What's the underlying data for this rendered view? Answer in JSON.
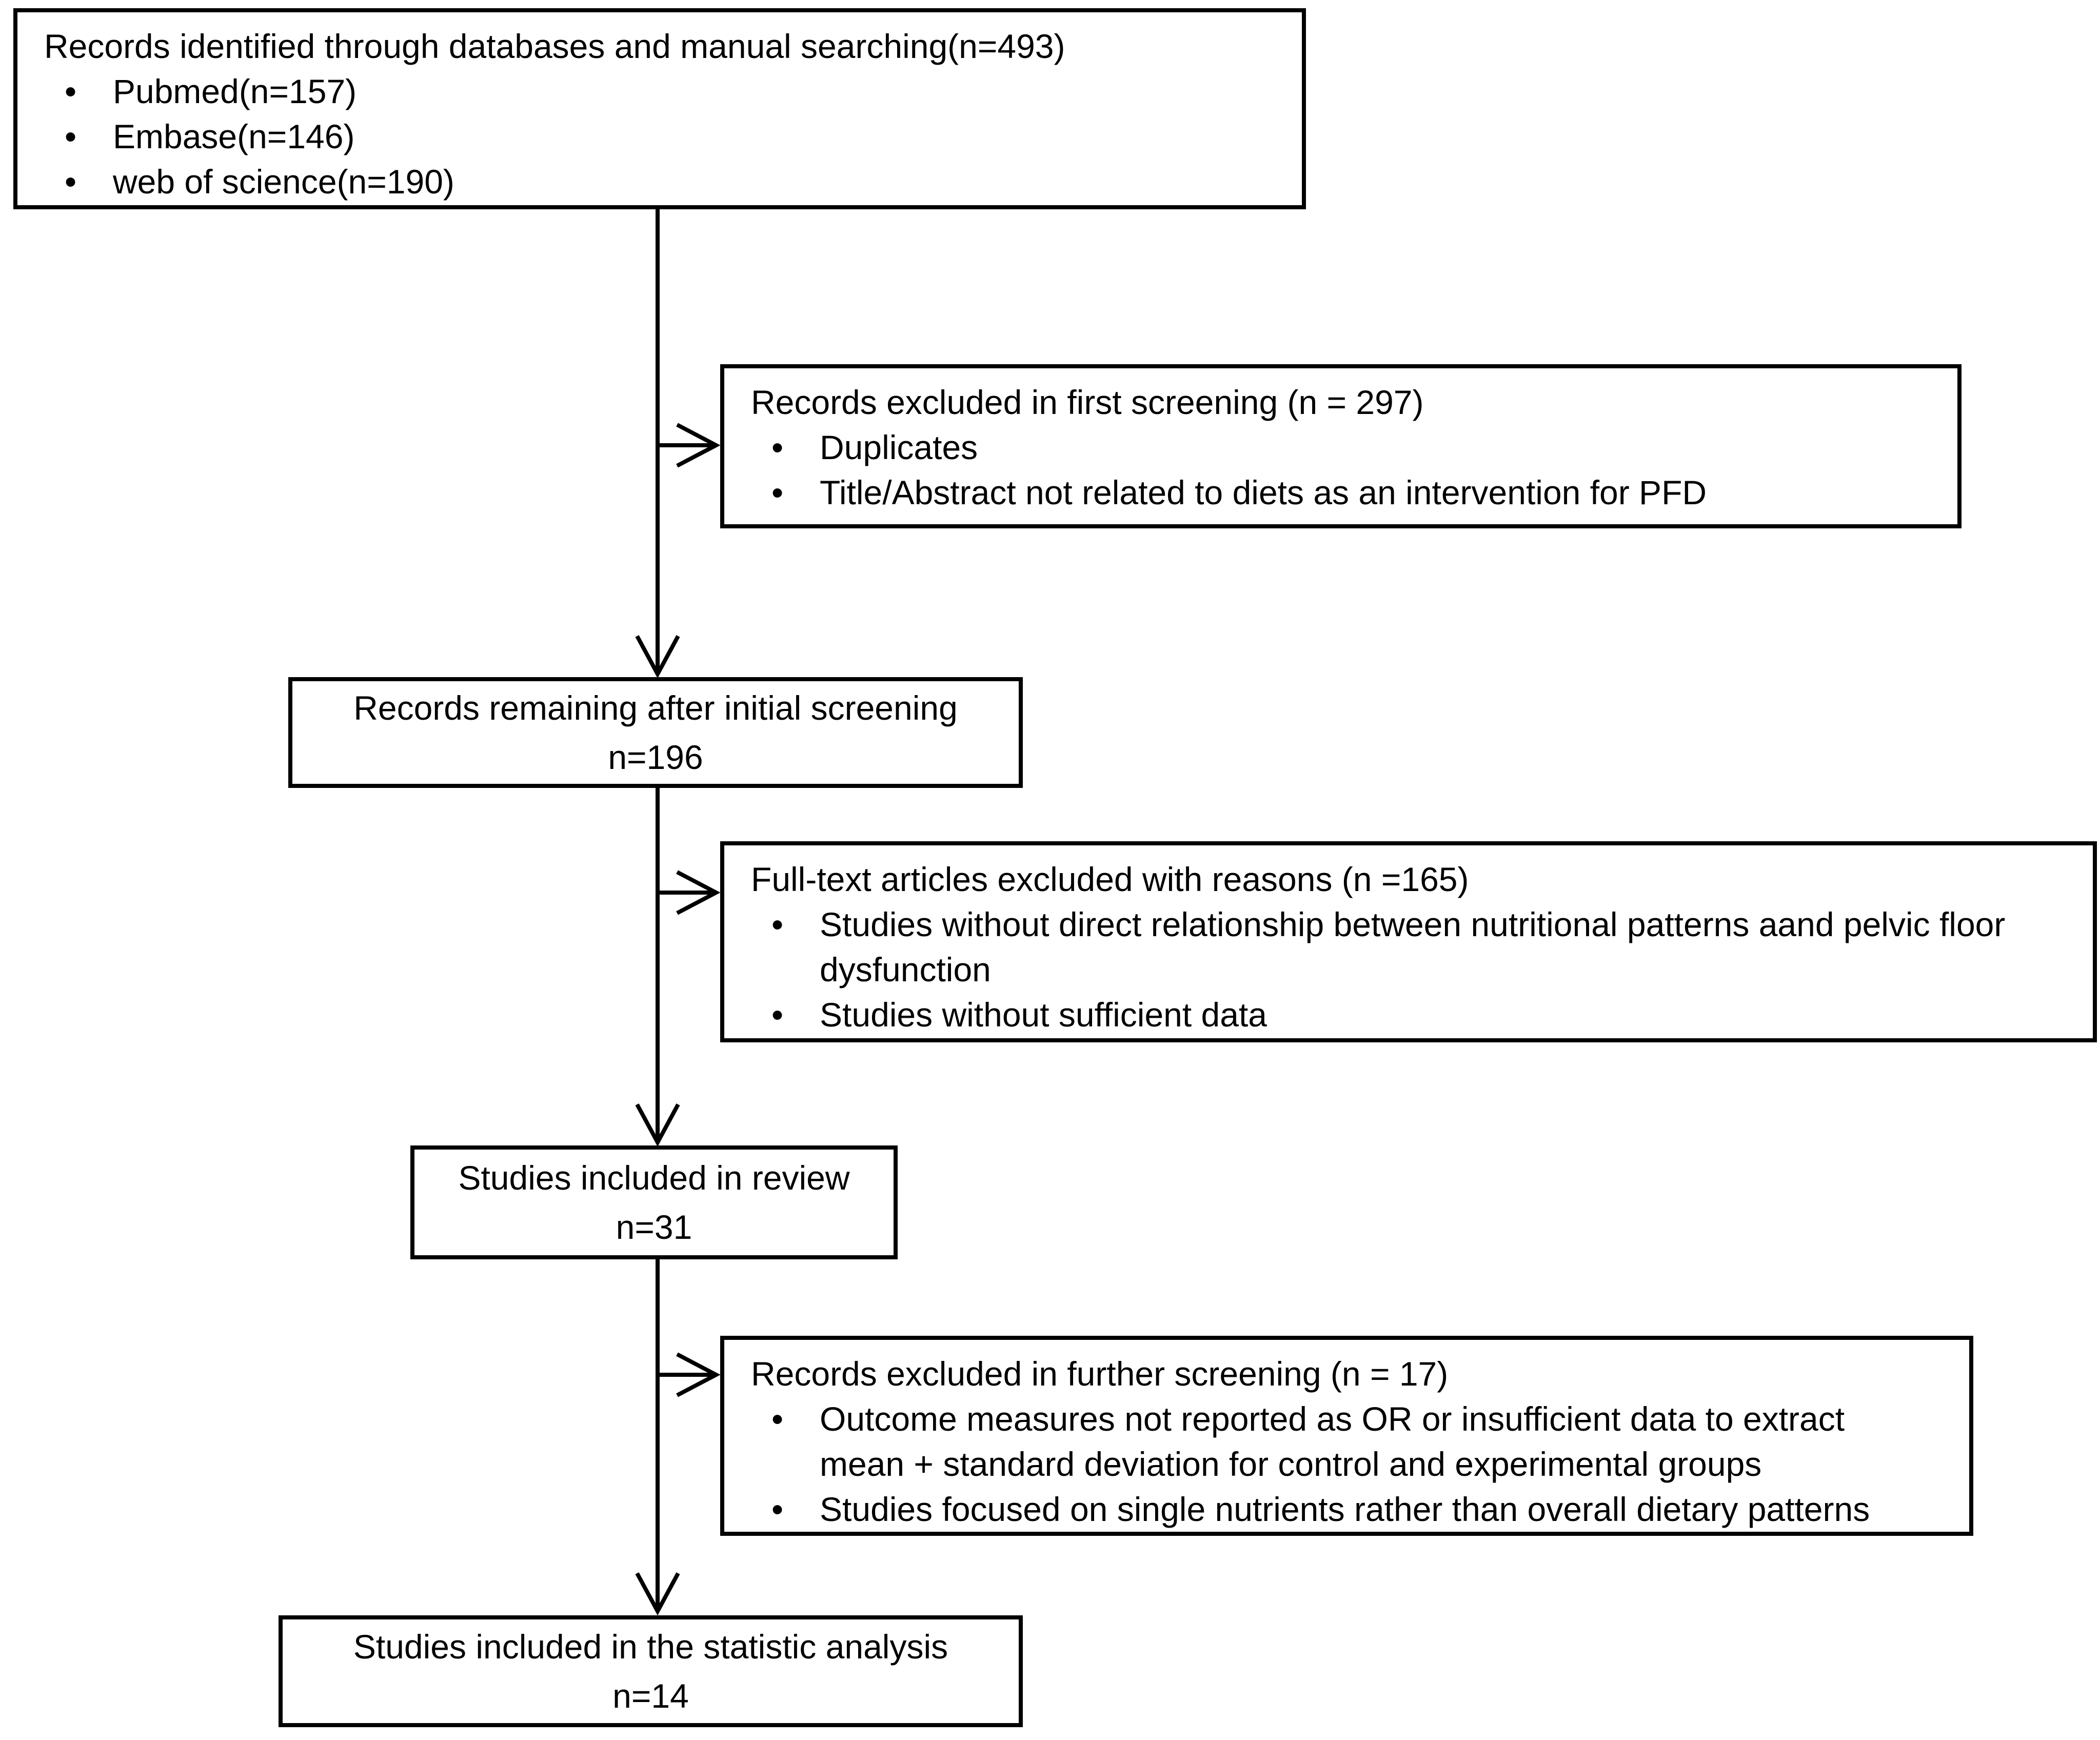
{
  "figure": {
    "type": "prisma-flow-diagram",
    "colors": {
      "background": "#ffffff",
      "line": "#000000",
      "text": "#000000"
    }
  },
  "glyphs": {
    "bullet": "•"
  },
  "boxes": {
    "identified": {
      "title": "Records identified through databases and manual searching(n=493)",
      "bullets": [
        "Pubmed(n=157)",
        "Embase(n=146)",
        "web of science(n=190)"
      ]
    },
    "excluded_first": {
      "title": "Records excluded in first screening (n = 297)",
      "bullets": [
        "Duplicates",
        "Title/Abstract not related to diets as an intervention for PFD"
      ]
    },
    "remaining": {
      "line1": "Records remaining after initial screening",
      "line2": "n=196"
    },
    "fulltext_excluded": {
      "title": "Full-text articles excluded with reasons (n =165)",
      "bullets": [
        "Studies without direct relationship between nutritional patterns aand pelvic floor\ndysfunction",
        "Studies without sufficient data"
      ]
    },
    "review": {
      "line1": "Studies included in review",
      "line2": "n=31"
    },
    "excluded_further": {
      "title": "Records excluded in further screening (n = 17)",
      "bullets": [
        "Outcome measures not reported as OR or insufficient data to extract\nmean + standard deviation for control and experimental groups",
        "Studies focused on single nutrients rather than overall dietary patterns"
      ]
    },
    "statistic": {
      "line1": "Studies included in the statistic analysis",
      "line2": "n=14"
    }
  }
}
